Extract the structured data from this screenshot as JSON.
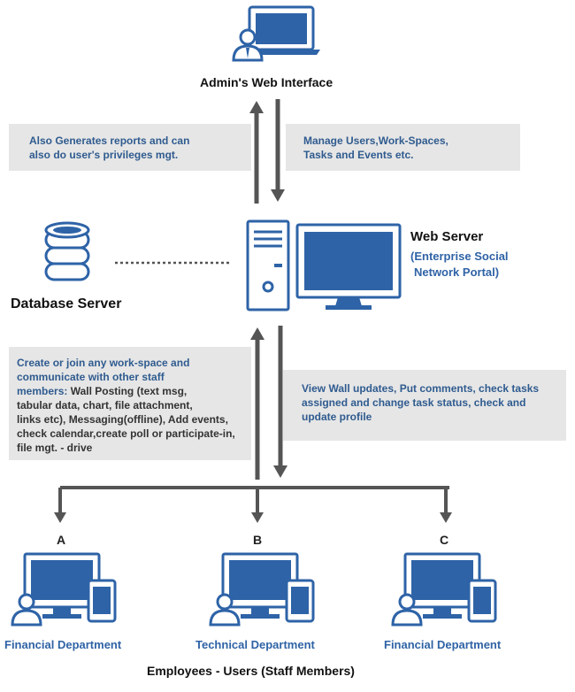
{
  "admin": {
    "title": "Admin's Web Interface"
  },
  "left_top_note": {
    "line1": "Also Generates reports and can",
    "line2": "also do user's privileges mgt."
  },
  "right_top_note": {
    "line1": "Manage Users,Work-Spaces,",
    "line2": "Tasks and Events etc."
  },
  "web_server": {
    "title": "Web Server",
    "line1": "(Enterprise Social",
    "line2": "Network Portal)"
  },
  "database": {
    "title": "Database Server"
  },
  "left_bottom_note": {
    "lead1": "Create or join any work-space and",
    "lead2": "communicate with other staff",
    "lead3": "members: ",
    "rest3": "Wall Posting (text msg,",
    "line4": "tabular data, chart, file attachment,",
    "line5": "links etc), Messaging(offline), Add events,",
    "line6": "check calendar,create poll or participate-in,",
    "line7": "file mgt. - drive"
  },
  "right_bottom_note": {
    "line1": "View Wall updates, Put comments, check tasks",
    "line2": "assigned and change task status, check and",
    "line3": "update profile"
  },
  "departments": [
    {
      "letter": "A",
      "name": "Financial Department"
    },
    {
      "letter": "B",
      "name": "Technical Department"
    },
    {
      "letter": "C",
      "name": "Financial Department"
    }
  ],
  "footer": {
    "caption": "Employees - Users (Staff Members)"
  },
  "colors": {
    "icon_blue": "#2e63a7",
    "screen_blue": "#2e63a7",
    "arrow_gray": "#555555",
    "box_gray": "#e6e6e6"
  }
}
